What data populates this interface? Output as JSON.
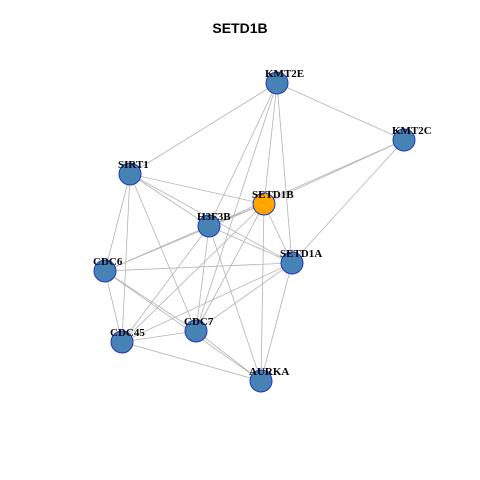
{
  "title": "SETD1B",
  "colors": {
    "hub": "#FFA500",
    "node": "#4682B4",
    "border": "#1F35C4",
    "edge": "#B3B3B3"
  },
  "nodes": [
    {
      "id": "KMT2E",
      "label": "KMT2E",
      "hub": false
    },
    {
      "id": "KMT2C",
      "label": "KMT2C",
      "hub": false
    },
    {
      "id": "SIRT1",
      "label": "SIRT1",
      "hub": false
    },
    {
      "id": "SETD1B",
      "label": "SETD1B",
      "hub": true
    },
    {
      "id": "H3F3B",
      "label": "H3F3B",
      "hub": false
    },
    {
      "id": "SETD1A",
      "label": "SETD1A",
      "hub": false
    },
    {
      "id": "CDC6",
      "label": "CDC6",
      "hub": false
    },
    {
      "id": "CDC45",
      "label": "CDC45",
      "hub": false
    },
    {
      "id": "CDC7",
      "label": "CDC7",
      "hub": false
    },
    {
      "id": "AURKA",
      "label": "AURKA",
      "hub": false
    }
  ],
  "edges": [
    [
      "KMT2E",
      "KMT2C"
    ],
    [
      "KMT2E",
      "SIRT1"
    ],
    [
      "KMT2E",
      "SETD1B"
    ],
    [
      "KMT2E",
      "H3F3B"
    ],
    [
      "KMT2E",
      "SETD1A"
    ],
    [
      "KMT2E",
      "CDC7"
    ],
    [
      "KMT2C",
      "SETD1B"
    ],
    [
      "KMT2C",
      "H3F3B"
    ],
    [
      "KMT2C",
      "SETD1A"
    ],
    [
      "SIRT1",
      "SETD1B"
    ],
    [
      "SIRT1",
      "H3F3B"
    ],
    [
      "SIRT1",
      "SETD1A"
    ],
    [
      "SIRT1",
      "CDC6"
    ],
    [
      "SIRT1",
      "CDC45"
    ],
    [
      "SIRT1",
      "CDC7"
    ],
    [
      "SETD1B",
      "H3F3B"
    ],
    [
      "SETD1B",
      "SETD1A"
    ],
    [
      "SETD1B",
      "CDC6"
    ],
    [
      "SETD1B",
      "CDC45"
    ],
    [
      "SETD1B",
      "CDC7"
    ],
    [
      "SETD1B",
      "AURKA"
    ],
    [
      "H3F3B",
      "SETD1A"
    ],
    [
      "H3F3B",
      "CDC6"
    ],
    [
      "H3F3B",
      "CDC45"
    ],
    [
      "H3F3B",
      "CDC7"
    ],
    [
      "H3F3B",
      "AURKA"
    ],
    [
      "SETD1A",
      "CDC6"
    ],
    [
      "SETD1A",
      "CDC45"
    ],
    [
      "SETD1A",
      "CDC7"
    ],
    [
      "SETD1A",
      "AURKA"
    ],
    [
      "CDC6",
      "CDC45"
    ],
    [
      "CDC6",
      "CDC7"
    ],
    [
      "CDC6",
      "AURKA"
    ],
    [
      "CDC45",
      "CDC7"
    ],
    [
      "CDC45",
      "AURKA"
    ],
    [
      "CDC7",
      "AURKA"
    ]
  ]
}
